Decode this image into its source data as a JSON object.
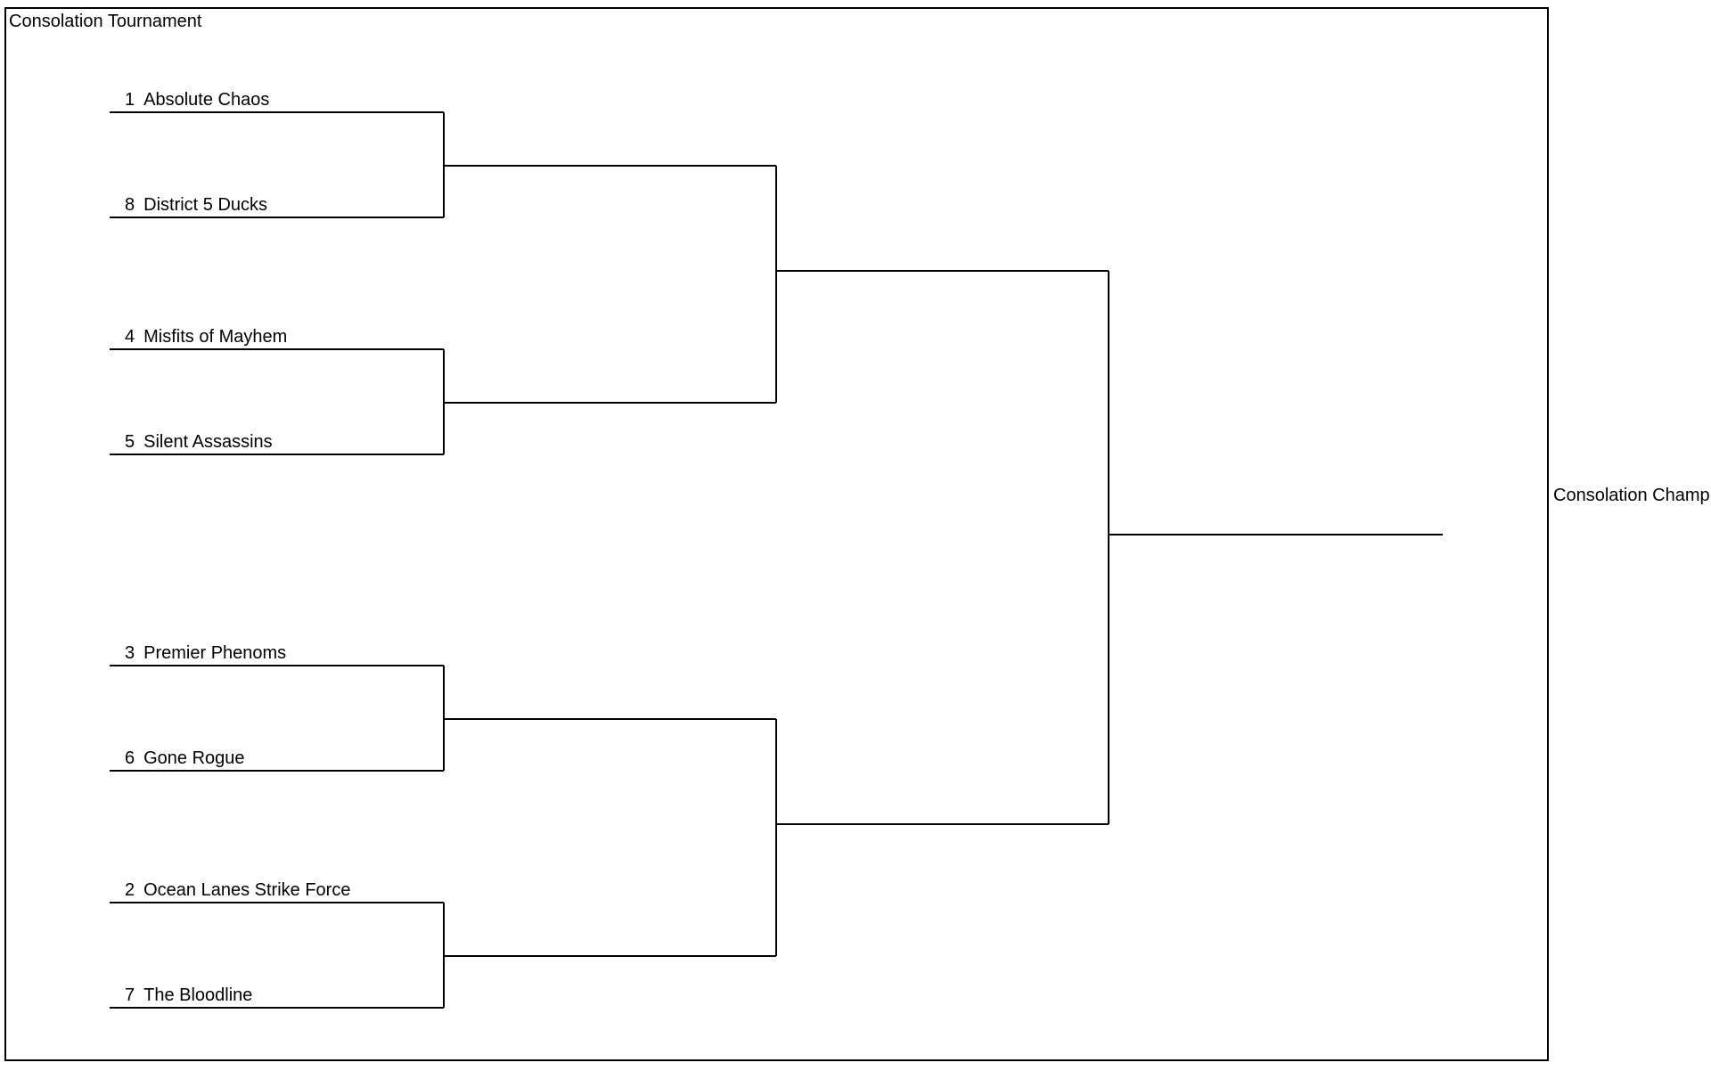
{
  "title": "Consolation Tournament",
  "champion_label": "Consolation Champ",
  "teams": [
    {
      "seed": "1",
      "name": "Absolute Chaos"
    },
    {
      "seed": "8",
      "name": "District 5 Ducks"
    },
    {
      "seed": "4",
      "name": "Misfits of Mayhem"
    },
    {
      "seed": "5",
      "name": "Silent Assassins"
    },
    {
      "seed": "3",
      "name": "Premier Phenoms"
    },
    {
      "seed": "6",
      "name": "Gone Rogue"
    },
    {
      "seed": "2",
      "name": "Ocean Lanes Strike Force"
    },
    {
      "seed": "7",
      "name": "The Bloodline"
    }
  ]
}
